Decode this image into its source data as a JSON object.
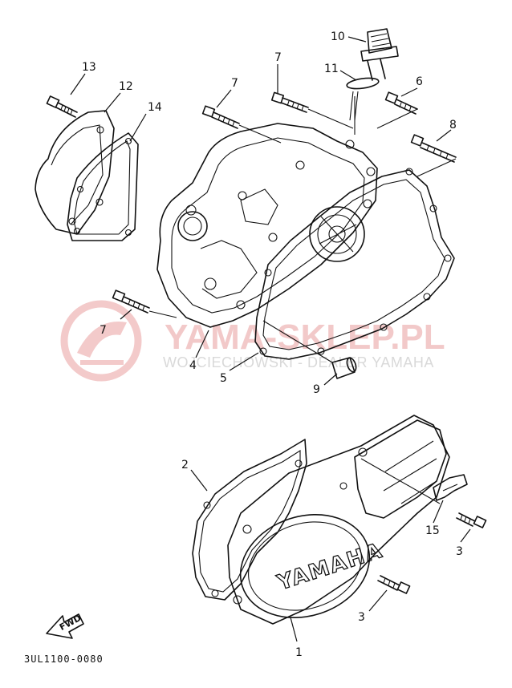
{
  "diagram": {
    "callouts": {
      "c1": "1",
      "c2": "2",
      "c3a": "3",
      "c3b": "3",
      "c4": "4",
      "c5": "5",
      "c6": "6",
      "c7a": "7",
      "c7b": "7",
      "c7c": "7",
      "c8": "8",
      "c9": "9",
      "c10": "10",
      "c11": "11",
      "c12": "12",
      "c13": "13",
      "c14": "14",
      "c15": "15"
    },
    "drawing_code": "3UL1100-0080",
    "cover_brand": "YAMAHA",
    "fwd_label": "FWD"
  },
  "watermark": {
    "title": "YAMA-SKLEP.PL",
    "subtitle": "WOJCIECHOWSKI - DEALER YAMAHA",
    "color": "#e8a0a0"
  }
}
